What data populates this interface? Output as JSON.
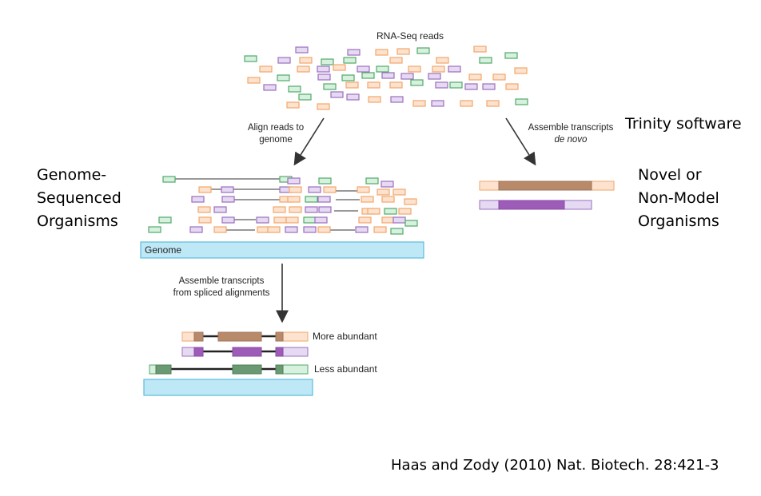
{
  "diagram": {
    "reads_title": "RNA-Seq reads",
    "align_label_line1": "Align reads to",
    "align_label_line2": "genome",
    "assemble_denovo_line1": "Assemble transcripts",
    "assemble_denovo_line2": "de novo",
    "trinity_label": "Trinity software",
    "genome_sequenced_line1": "Genome-",
    "genome_sequenced_line2": "Sequenced",
    "genome_sequenced_line3": "Organisms",
    "novel_line1": "Novel or",
    "novel_line2": "Non-Model",
    "novel_line3": "Organisms",
    "genome_bar_label": "Genome",
    "assemble_spliced_line1": "Assemble transcripts",
    "assemble_spliced_line2": "from spliced alignments",
    "more_abundant": "More abundant",
    "less_abundant": "Less abundant",
    "citation": "Haas and Zody (2010) Nat. Biotech. 28:421-3",
    "colors": {
      "orange_read": "#f2a66a",
      "orange_fill": "#fde3cf",
      "purple_read": "#9b6fbf",
      "purple_fill": "#e6d9f2",
      "green_read": "#4faa6a",
      "green_fill": "#d8f0de",
      "genome_blue": "#bfe8f7",
      "genome_border": "#5bbcdc",
      "brown_exon": "#b98a6a",
      "purple_exon": "#9c5cb8",
      "green_exon": "#6a9a72"
    }
  }
}
